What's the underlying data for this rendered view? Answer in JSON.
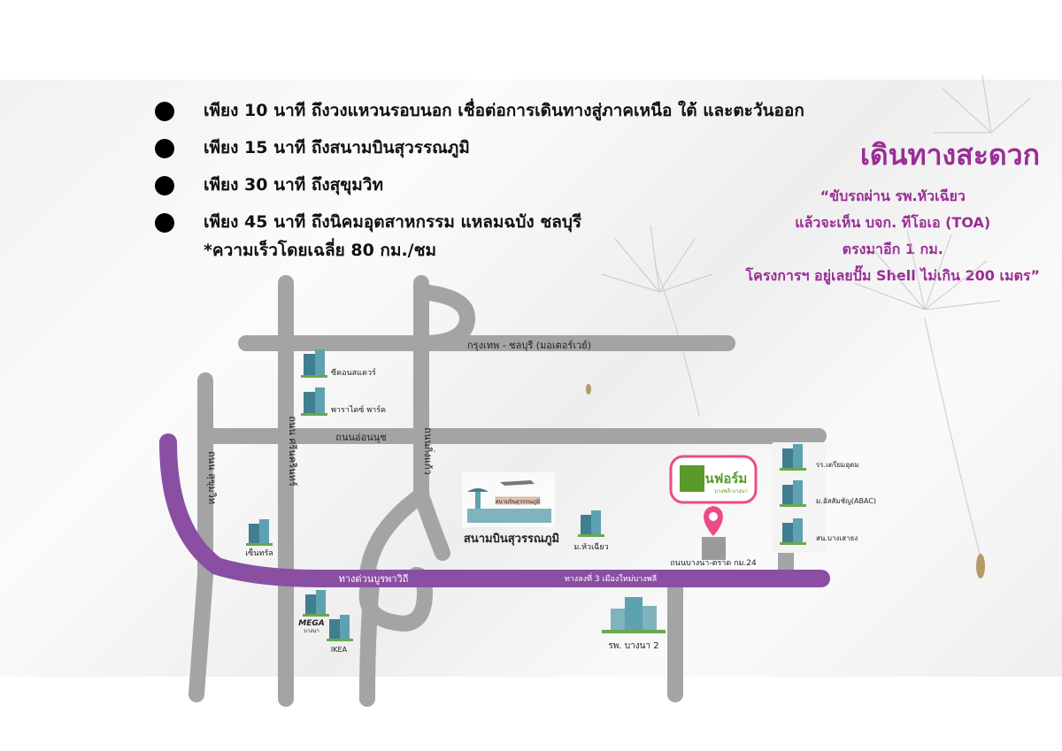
{
  "bullets": [
    "เพียง 10 นาที ถึงวงแหวนรอบนอก เชื่อต่อการเดินทางสู่ภาคเหนือ ใต้ และตะวันออก",
    "เพียง 15 นาที ถึงสนามบินสุวรรณภูมิ",
    "เพียง 30 นาที ถึงสุขุมวิท",
    "เพียง 45 นาที ถึงนิคมอุตสาหกรรม แหลมฉบัง ชลบุรี"
  ],
  "note": "*ความเร็วโดยเฉลี่ย 80 กม./ชม",
  "travel": {
    "title": "เดินทางสะดวก",
    "lines": [
      "“ขับรถผ่าน รพ.หัวเฉียว",
      "แล้วจะเห็น บจก. ทีโอเอ (TOA)",
      "ตรงมาอีก 1 กม.",
      "โครงการฯ อยู่เลยปั๊ม Shell ไม่เกิน 200 เมตร”"
    ]
  },
  "roads": {
    "motorway": "กรุงเทพ - ชลบุรี (มอเตอร์เวย์)",
    "onnut": "ถนนอ่อนนุช",
    "sukhumvit": "ถนน สุขุมวิท",
    "srinakarin": "ถนน ศรีนครินทร์",
    "kingkaew": "ถนนกิ่งแก้ว",
    "burapha": "ทางด่วนบูรพาวิถี",
    "exit3": "ทางลงที่ 3 เมืองใหม่บางพลี",
    "bangna_trat": "ถนนบางนา-ตราด กม.24"
  },
  "places": {
    "seacon": "ซีคอนสแควร์",
    "paradise": "พาราไดซ์ พาร์ค",
    "central": "เซ็นทรัล",
    "mega": "MEGA",
    "mega_sub": "บางนา",
    "ikea": "IKEA",
    "airport": "สนามบินสุวรรณภูมิ",
    "airport_sign": "สนามบินสุวรรณภูมิ",
    "huachiew": "ม.หัวเฉียว",
    "hospital": "รพ. บางนา 2",
    "school1": "รร.เตรียมอุดม",
    "abac": "ม.อัสสัมชัญ(ABAC)",
    "bangsarong": "สน.บางเสาธง"
  },
  "logo": {
    "name": "แพลนฟอร์ม",
    "sub": "บางพลี-บางนา"
  },
  "colors": {
    "road": "#a4a4a4",
    "expressway": "#8a4fa3",
    "accent": "#9a2d96",
    "pin": "#ec4c86",
    "logo_green": "#5a9a2a"
  }
}
